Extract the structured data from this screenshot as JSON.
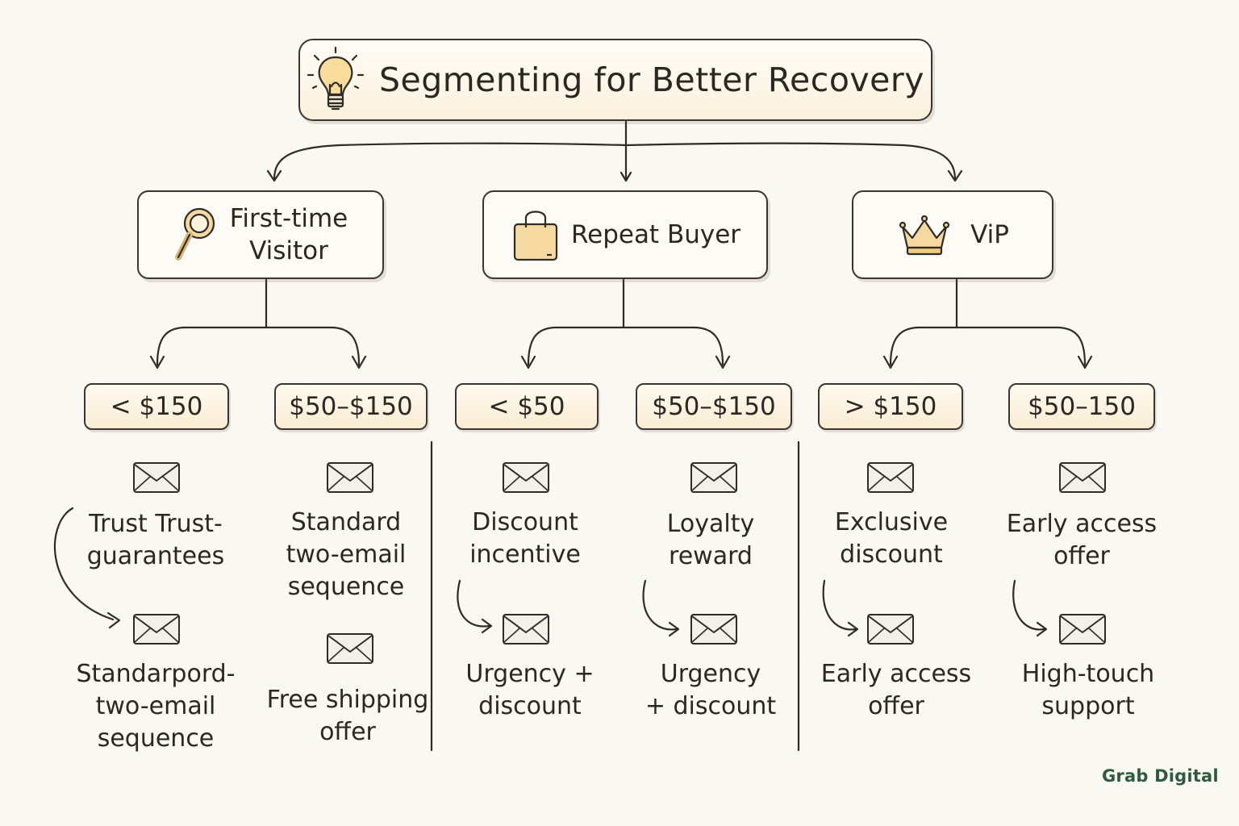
{
  "title": "Segmenting for Better Recovery",
  "segments": [
    {
      "label_line1": "First-time",
      "label_line2": "Visitor",
      "icon": "magnifier-icon",
      "branches": [
        {
          "price": "< $150",
          "tactic1": [
            "Trust Trust-",
            "guarantees"
          ],
          "tactic2": [
            "Standarpord-",
            "two-email",
            "sequence"
          ]
        },
        {
          "price": "$50–$150",
          "tactic1": [
            "Standard",
            "two-email",
            "sequence"
          ],
          "tactic2": [
            "Free shipping",
            "offer"
          ]
        }
      ]
    },
    {
      "label_line1": "Repeat Buyer",
      "label_line2": "",
      "icon": "shopping-bag-icon",
      "branches": [
        {
          "price": "< $50",
          "tactic1": [
            "Discount",
            "incentive"
          ],
          "tactic2": [
            "Urgency +",
            "discount"
          ]
        },
        {
          "price": "$50–$150",
          "tactic1": [
            "Loyalty",
            "reward"
          ],
          "tactic2": [
            "Urgency",
            "+ discount"
          ]
        }
      ]
    },
    {
      "label_line1": "ViP",
      "label_line2": "",
      "icon": "crown-icon",
      "branches": [
        {
          "price": "> $150",
          "tactic1": [
            "Exclusive",
            "discount"
          ],
          "tactic2": [
            "Early access",
            "offer"
          ]
        },
        {
          "price": "$50–150",
          "tactic1": [
            "Early access",
            "offer"
          ],
          "tactic2": [
            "High-touch",
            "support"
          ]
        }
      ]
    }
  ],
  "brand": "Grab Digital",
  "colors": {
    "ink": "#3a3530",
    "accent": "#f6d9a0",
    "brand": "#2f5a3e",
    "background": "#faf8f3"
  }
}
